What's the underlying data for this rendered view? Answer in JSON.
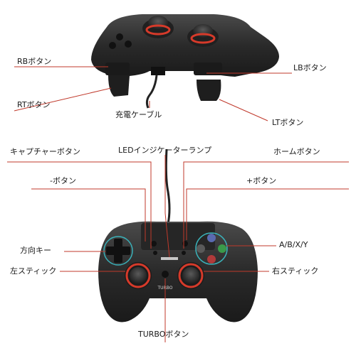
{
  "labels": {
    "rb": "RBボタン",
    "lb": "LBボタン",
    "rt": "RTボタン",
    "lt": "LTボタン",
    "cable": "充電ケーブル",
    "capture": "キャプチャーボタン",
    "led": "LEDインジケーターランプ",
    "home": "ホームボタン",
    "minus": "-ボタン",
    "plus": "+ボタン",
    "dpad": "方向キー",
    "abxy": "A/B/X/Y",
    "lstick": "左スティック",
    "rstick": "右スティック",
    "turbo": "TURBOボタン"
  },
  "device_text": {
    "turbo_print": "TURBO"
  },
  "colors": {
    "line": "#c0392b",
    "body": "#2a2a2a",
    "accent": "#d63a2a",
    "teal": "#3ab0b8"
  }
}
